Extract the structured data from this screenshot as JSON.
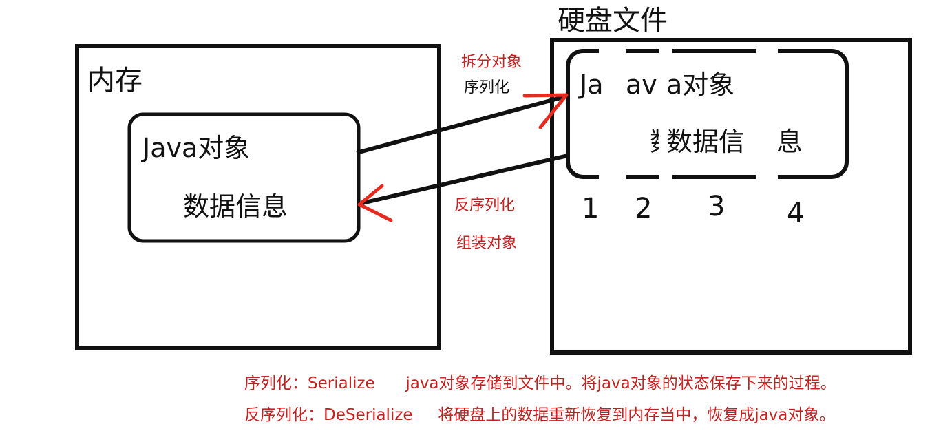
{
  "diagram": {
    "type": "serialization-concept",
    "colors": {
      "line": "#111111",
      "arrow_head": "#e52a20",
      "annotation_text": "#c62020",
      "background": "#ffffff"
    }
  },
  "memory": {
    "title": "内存",
    "object": {
      "line1": "Java对象",
      "line2": "数据信息"
    }
  },
  "disk": {
    "title": "硬盘文件",
    "object_fragments": {
      "line1_parts": [
        "Ja",
        "av",
        "a对象"
      ],
      "line2_parts": [
        "数据信",
        "息"
      ]
    },
    "chunk_numbers": [
      "1",
      "2",
      "3",
      "4"
    ]
  },
  "arrows": {
    "serialize": {
      "label_top": "拆分对象",
      "label_bottom": "序列化",
      "direction": "memory-to-disk"
    },
    "deserialize": {
      "label_top": "反序列化",
      "label_bottom": "组装对象",
      "direction": "disk-to-memory"
    }
  },
  "notes": {
    "line1": {
      "term": "序列化：Serialize",
      "description": "java对象存储到文件中。将java对象的状态保存下来的过程。"
    },
    "line2": {
      "term": "反序列化：DeSerialize",
      "description": "将硬盘上的数据重新恢复到内存当中，恢复成java对象。"
    }
  }
}
